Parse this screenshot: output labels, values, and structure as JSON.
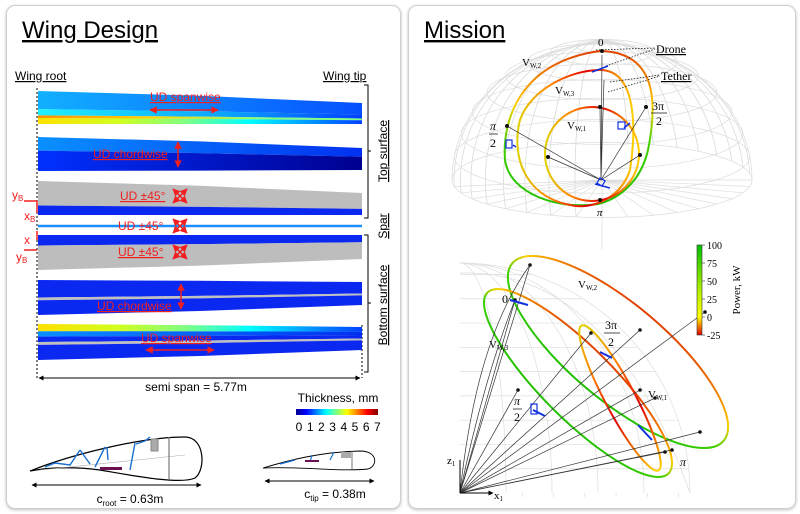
{
  "wing_design": {
    "title": "Wing Design",
    "wing_root": "Wing root",
    "wing_tip": "Wing tip",
    "layers": {
      "top_spanwise": "UD spanwise",
      "top_chordwise": "UD chordwise",
      "top_pm45": "UD ±45°",
      "spar_pm45": "UD ±45°",
      "bottom_pm45": "UD ±45°",
      "bottom_chordwise": "UD chordwise",
      "bottom_spanwise": "UD spanwise"
    },
    "groups": {
      "top": "Top surface",
      "spar": "Spar",
      "bottom": "Bottom surface"
    },
    "axes": {
      "yB": "y",
      "xB": "x",
      "sub": "B",
      "x": "x",
      "yB2": "y"
    },
    "semi_span": "semi span = 5.77m",
    "thickness": {
      "title": "Thickness, mm",
      "ticks": [
        "0",
        "1",
        "2",
        "3",
        "4",
        "5",
        "6",
        "7"
      ],
      "colormap": "jet"
    },
    "c_root": {
      "c": "c",
      "sub": "root",
      "value": " = 0.63m"
    },
    "c_tip": {
      "c": "c",
      "sub": "tip",
      "value": " = 0.38m"
    }
  },
  "mission": {
    "title": "Mission",
    "annotations": {
      "drone": "Drone",
      "tether": "Tether"
    },
    "phase_labels": {
      "zero": "0",
      "pi": "π",
      "three_pi": "3π",
      "pi_top": "π",
      "two": "2"
    },
    "wind_cases": {
      "v": "V",
      "w1": "W,1",
      "w2": "W,2",
      "w3": "W,3"
    },
    "axes": {
      "z": "z",
      "x": "x",
      "sub": "1"
    },
    "power": {
      "title": "Power, kW",
      "ticks": [
        "100",
        "75",
        "50",
        "25",
        "0",
        "-25"
      ],
      "colors": [
        "#00c000",
        "#ffff00",
        "#e00000"
      ]
    }
  }
}
